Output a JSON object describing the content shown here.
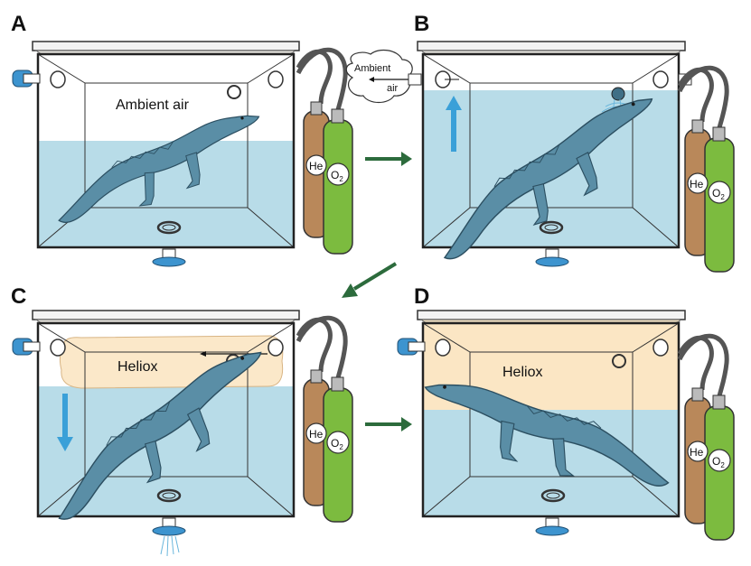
{
  "panels": [
    {
      "letter": "A",
      "gas_label": "Ambient air"
    },
    {
      "letter": "B",
      "vent_label_line1": "Ambient",
      "vent_label_line2": "air"
    },
    {
      "letter": "C",
      "gas_label": "Heliox"
    },
    {
      "letter": "D",
      "gas_label": "Heliox"
    }
  ],
  "tanks": {
    "helium": "He",
    "oxygen": "O",
    "oxygen_sub": "2"
  },
  "colors": {
    "water": "#b8dce8",
    "heliox": "#fbe6c4",
    "alligator": "#5a8ea6",
    "alligator_dark": "#3f6f86",
    "he_tank": "#b9885a",
    "o2_tank": "#7cbb3f",
    "arrow": "#2c6b3c",
    "flow_arrow": "#3aa0d8",
    "valve": "#3d94cf"
  }
}
